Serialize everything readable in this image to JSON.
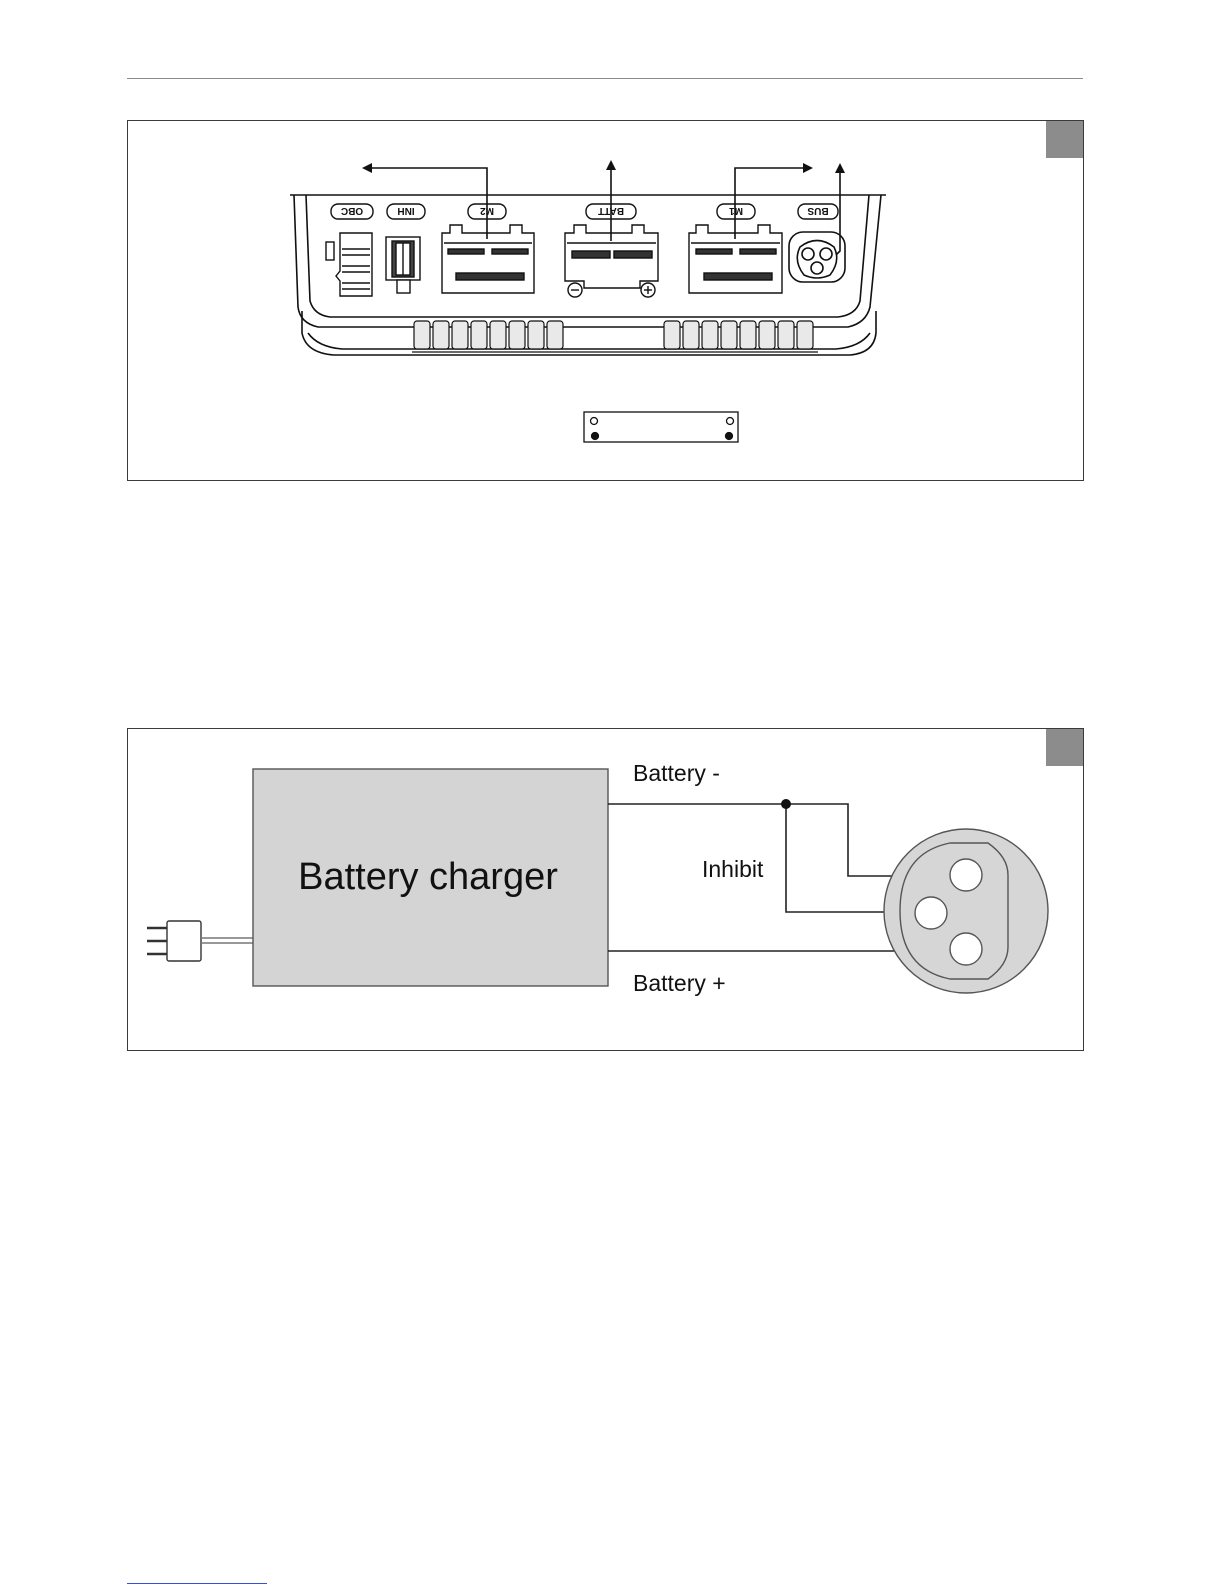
{
  "controller_ports": {
    "obc": "OBC",
    "inh": "INH",
    "m2": "M2",
    "batt": "BATT",
    "m1": "M1",
    "bus": "BUS"
  },
  "wiring": {
    "charger_label": "Battery charger",
    "battery_minus": "Battery -",
    "inhibit": "Inhibit",
    "battery_plus": "Battery +"
  },
  "colors": {
    "charger_fill": "#d4d4d4",
    "socket_fill": "#d6d6d6",
    "corner_tab": "#8c8c8c"
  }
}
